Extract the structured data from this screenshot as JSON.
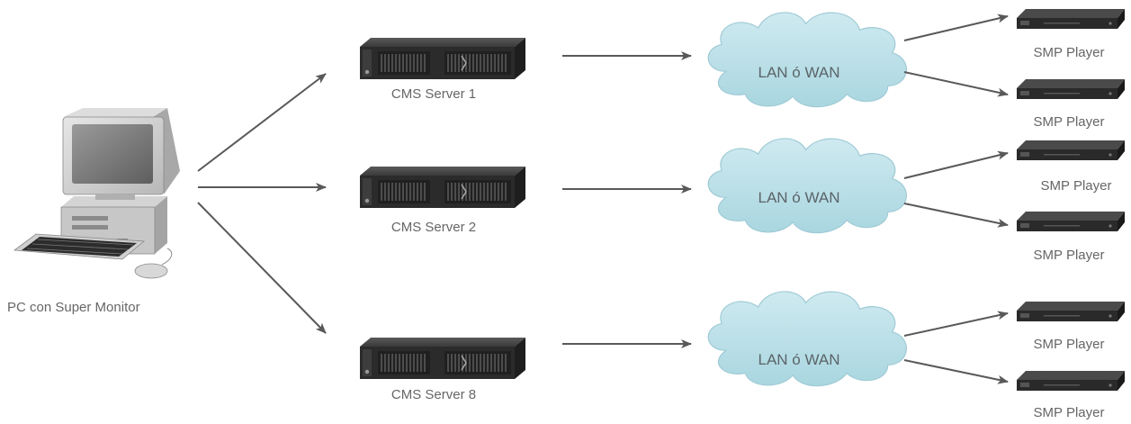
{
  "pc": {
    "label": "PC con Super Monitor"
  },
  "servers": [
    {
      "label": "CMS Server 1"
    },
    {
      "label": "CMS Server 2"
    },
    {
      "label": "CMS Server 8"
    }
  ],
  "networks": [
    {
      "label": "LAN ó WAN"
    },
    {
      "label": "LAN ó WAN"
    },
    {
      "label": "LAN ó WAN"
    }
  ],
  "players": [
    {
      "label": "SMP Player"
    },
    {
      "label": "SMP Player"
    },
    {
      "label": "SMP Player"
    },
    {
      "label": "SMP Player"
    },
    {
      "label": "SMP Player"
    },
    {
      "label": "SMP Player"
    }
  ],
  "colors": {
    "arrow": "#595959",
    "cloud_fill": "#b7dde6",
    "server_body": "#2b2b2b",
    "label_text": "#666666"
  }
}
